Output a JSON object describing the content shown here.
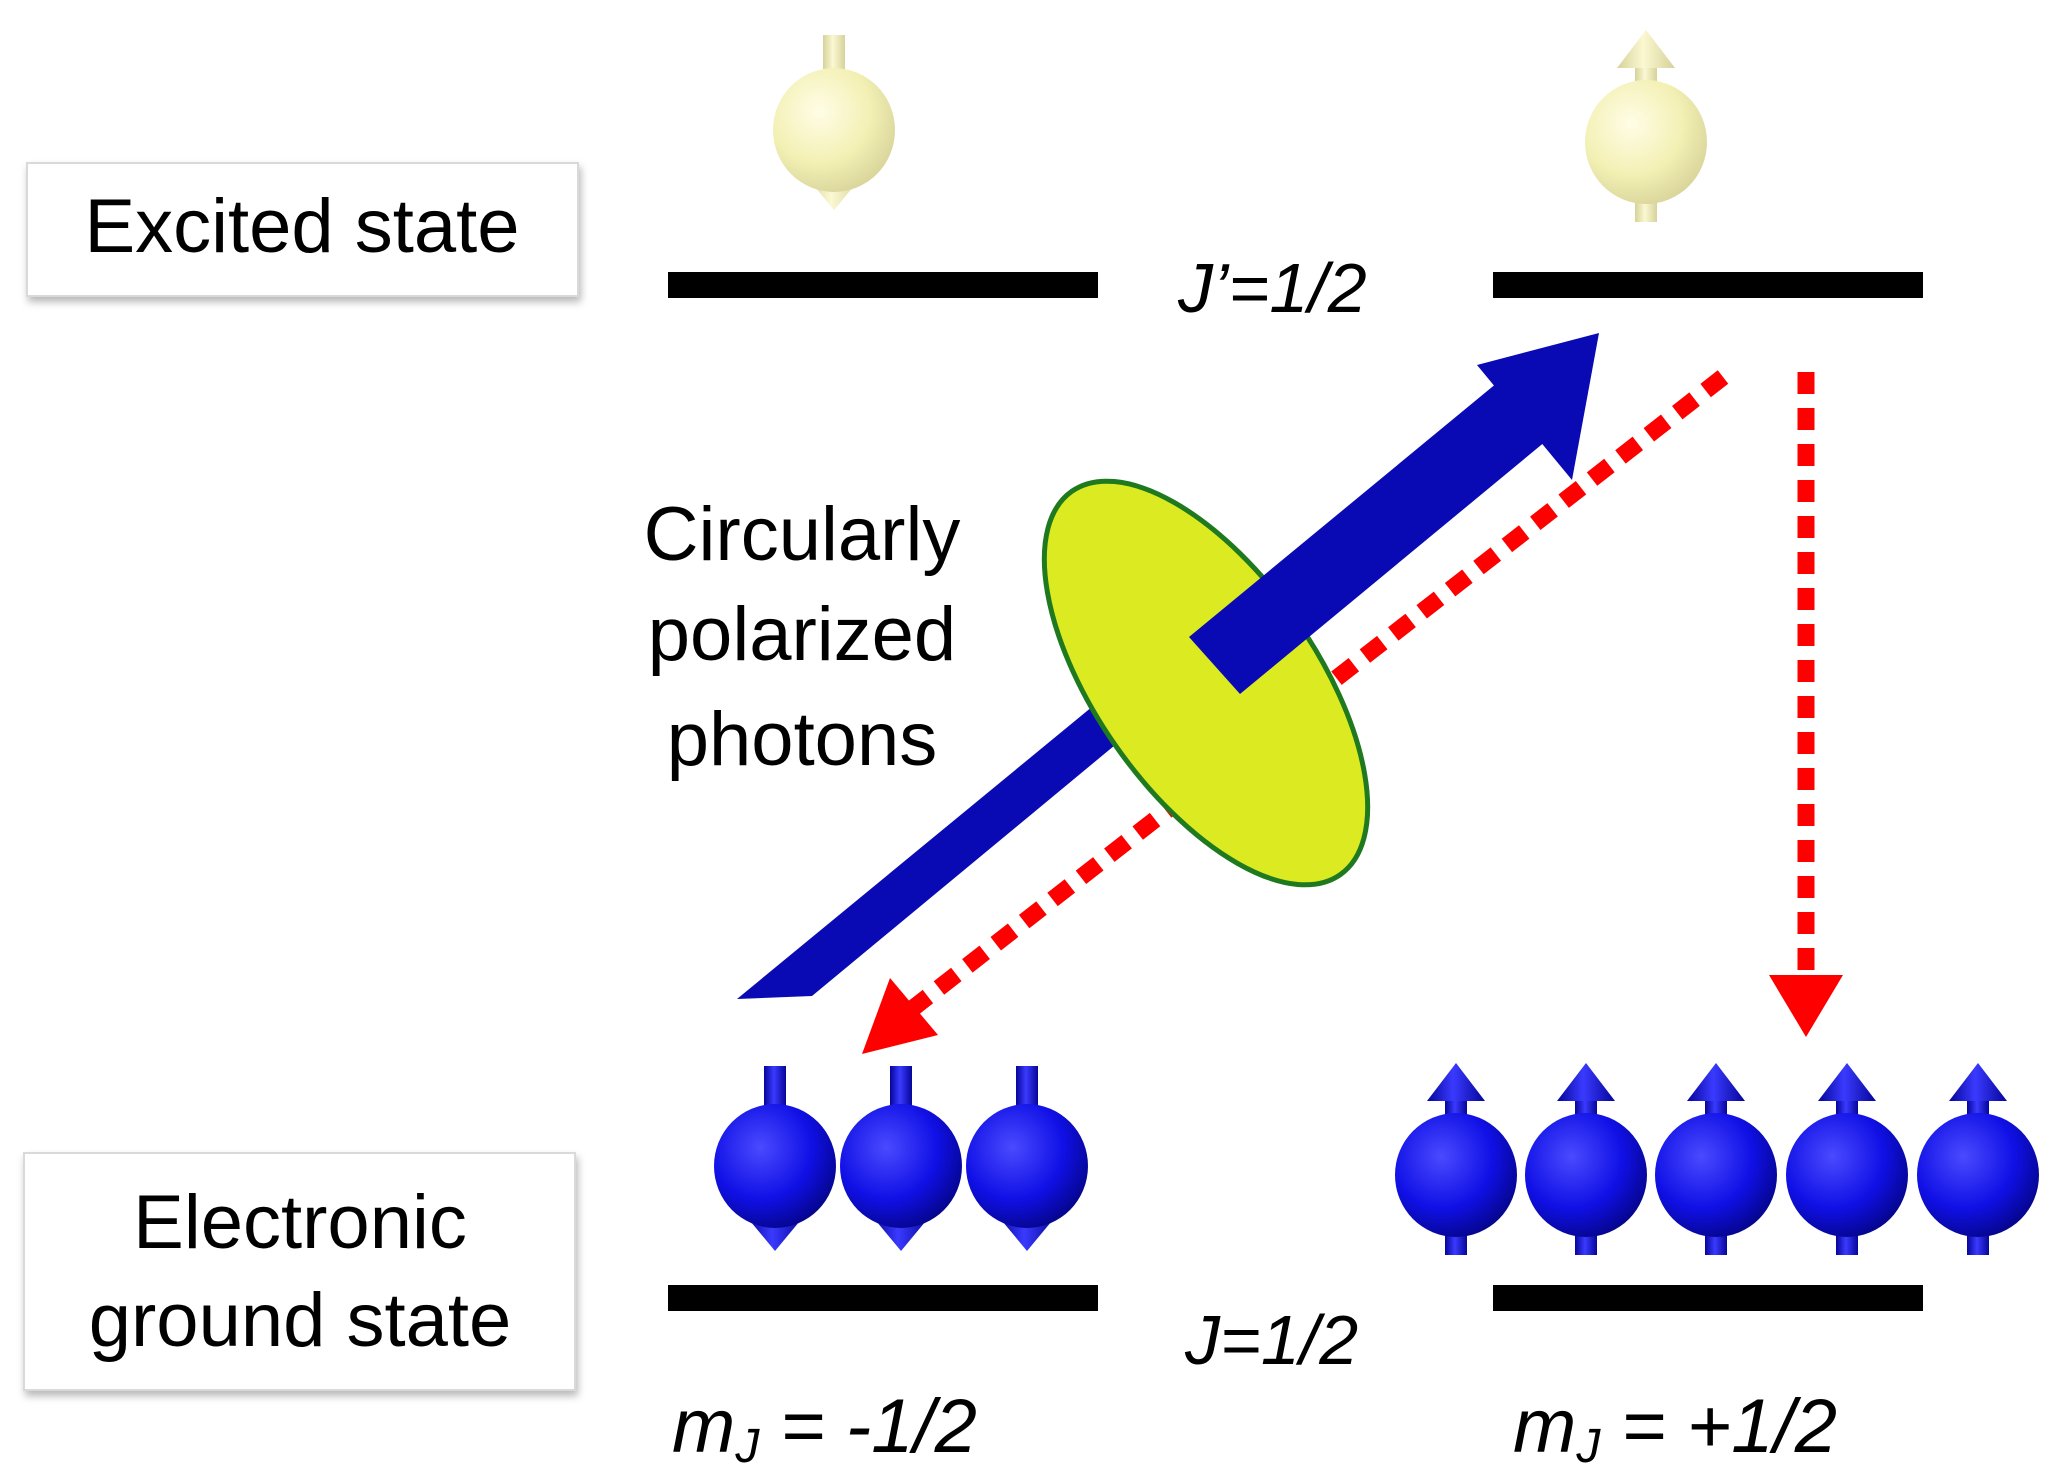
{
  "labels": {
    "excited_state": "Excited state",
    "ground_state_line1": "Electronic",
    "ground_state_line2": "ground state",
    "photons_line1": "Circularly",
    "photons_line2": "polarized",
    "photons_line3": "photons",
    "j_prime": "J’=1/2",
    "j": "J=1/2",
    "mj_symbol": "m",
    "mj_subscript": "J",
    "mj_minus_value": " = -1/2",
    "mj_plus_value": " = +1/2"
  },
  "populations": {
    "excited_minus": 1,
    "excited_plus": 1,
    "ground_minus": 3,
    "ground_plus": 5
  },
  "colors": {
    "level_line": "#000000",
    "pump_arrow": "#0a0ab4",
    "emission_arrow": "#ff0000",
    "photon_disk_fill": "#dcea22",
    "photon_disk_stroke": "#1f7a1f",
    "ground_atom": "#1010e6",
    "excited_atom": "#f3f0b4"
  },
  "icons": {
    "atom_spin_down": "sphere-with-down-arrow-icon",
    "atom_spin_up": "sphere-with-up-arrow-icon"
  }
}
